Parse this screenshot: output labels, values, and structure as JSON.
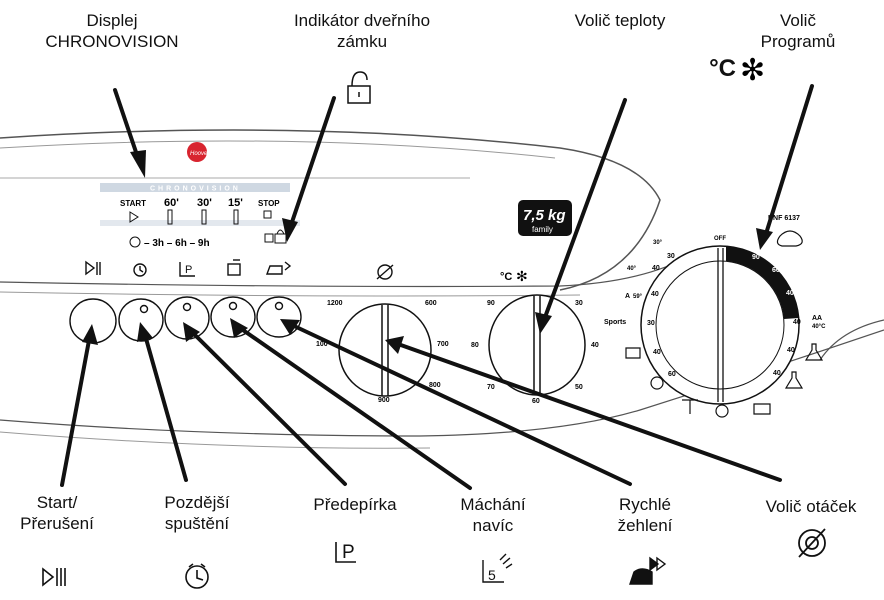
{
  "top_labels": {
    "display": [
      "Displej",
      "CHRONOVISION"
    ],
    "door_lock": [
      "Indikátor dveřního",
      "zámku"
    ],
    "temp": [
      "Volič teploty"
    ],
    "temp_symbol": "°C",
    "program": [
      "Volič",
      "Programů"
    ]
  },
  "bottom_labels": {
    "start": [
      "Start/",
      "Přerušení"
    ],
    "delay": [
      "Pozdější",
      "spuštění"
    ],
    "prewash": [
      "Předepírka"
    ],
    "rinse": [
      "Máchání",
      "navíc"
    ],
    "iron": [
      "Rychlé",
      "žehlení"
    ],
    "spin": [
      "Volič otáček"
    ]
  },
  "panel": {
    "display_brand": "CHRONOVISION",
    "display_steps": [
      "START",
      "60'",
      "30'",
      "15'",
      "STOP"
    ],
    "delay_row": "– 3h – 6h – 9h",
    "capacity": "7,5 kg",
    "capacity_sub": "family",
    "model": "HNF 6137",
    "spin_ticks": [
      "1200",
      "600",
      "700",
      "100",
      "800",
      "900"
    ],
    "temp_ticks": [
      "90",
      "30",
      "80",
      "40",
      "70",
      "60",
      "50"
    ],
    "temp_label": "°C",
    "program_off": "OFF",
    "program_ticks": [
      "90",
      "60",
      "40",
      "40",
      "40",
      "30",
      "40",
      "40",
      "30",
      "40",
      "60",
      "40"
    ],
    "program_sports": "Sports",
    "program_aa": "AA",
    "program_aa_temp": "40°C",
    "program_a": "A",
    "program_icon_temps": [
      "30°",
      "40°",
      "59°"
    ],
    "rinse_icon_num": "5"
  },
  "colors": {
    "ink": "#111111",
    "logo": "#d8242f",
    "panel_line": "#555555",
    "program_arc": "#111111"
  }
}
